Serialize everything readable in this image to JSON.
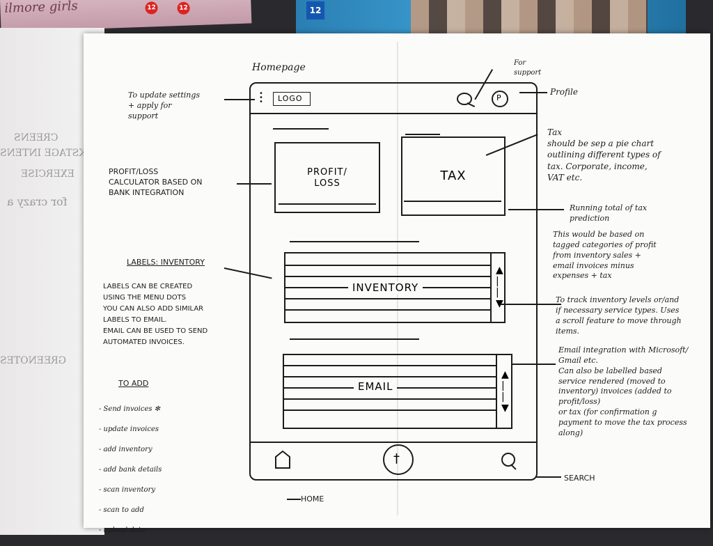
{
  "background": {
    "dvd_left_title": "ilmore girls",
    "dvd_rating": "12",
    "left_page_mirrored": [
      "CREENS",
      "BACKSTAGE INTENS",
      "EXERCISE",
      "for crazy a",
      "GREENOTES"
    ]
  },
  "page_title": "Homepage",
  "phone": {
    "logo": "LOGO",
    "menu_dots": "⋮",
    "profit_loss_label": "PROFIT/\nLOSS",
    "tax_label": "TAX",
    "inventory_label": "INVENTORY",
    "email_label": "EMAIL",
    "add_glyph": "†"
  },
  "annotations": {
    "for_support": "For\nsupport",
    "profile": "Profile",
    "settings": "To update settings\n+ apply for\nsupport",
    "tax": "Tax\nshould be sep a pie chart\noutlining different types of\ntax. Corporate, income,\nVAT etc.",
    "running_total": "Running total of tax\nprediction",
    "based_on": "This would be based on\ntagged categories of profit\nfrom inventory sales +\nemail invoices minus\nexpenses + tax",
    "profit_loss": "PROFIT/LOSS\nCALCULATOR BASED ON\nBANK INTEGRATION",
    "labels_heading": "LABELS: INVENTORY",
    "labels_text": "LABELS CAN BE CREATED\nUSING THE MENU DOTS\nYOU CAN ALSO ADD SIMILAR\nLABELS TO EMAIL.\nEMAIL CAN BE USED TO SEND\nAUTOMATED INVOICES.",
    "inventory_note": "To track inventory levels or/and\nif necessary service types. Uses\na scroll feature to move through\nitems.",
    "email_note": "Email integration with Microsoft/\nGmail etc.\nCan also be labelled based\nservice rendered (moved to\ninventory) invoices (added to profit/loss)\nor tax (for confirmation g\npayment to move the tax process\nalong)",
    "to_add_heading": "TO ADD",
    "to_add_items": [
      "- Send invoices ✻",
      "- update invoices",
      "- add inventory",
      "- add bank details",
      "- scan inventory",
      "- scan to add",
      "- upload data"
    ],
    "search": "SEARCH",
    "home": "HOME"
  }
}
